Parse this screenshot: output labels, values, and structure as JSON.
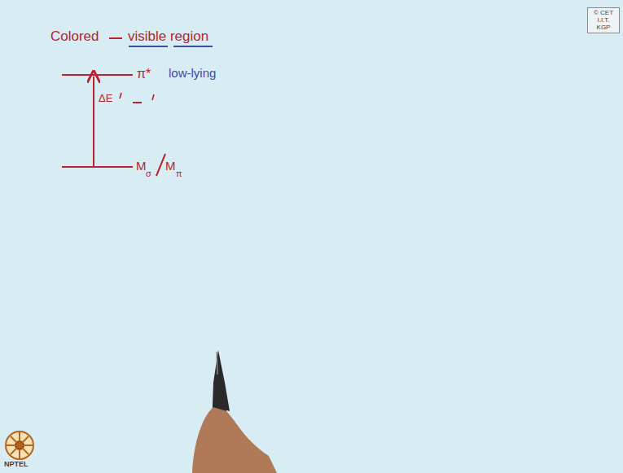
{
  "diagram": {
    "nodes": [
      {
        "text": [
          "© CET I.I.T. KGP"
        ]
      }
    ],
    "labels": [
      "Colored",
      "visible region",
      "π*",
      "low-lying",
      "ΔE",
      "M",
      "σ",
      "M",
      "π",
      "NPTEL"
    ]
  }
}
